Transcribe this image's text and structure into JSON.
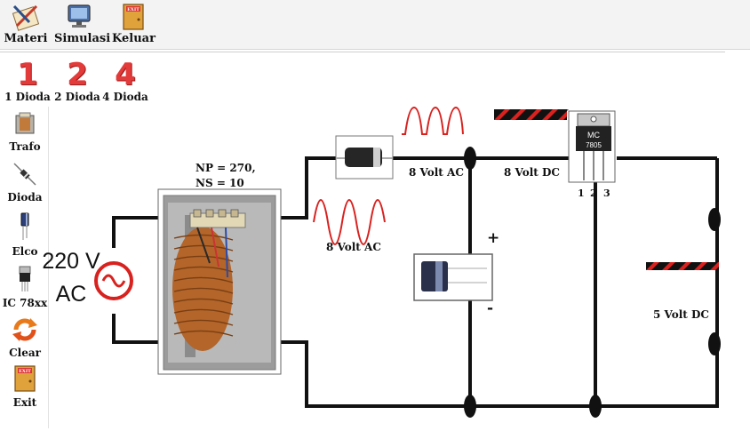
{
  "toolbar": {
    "materi": "Materi",
    "simulasi": "Simulasi",
    "keluar": "Keluar",
    "exit_sign": "EXIT"
  },
  "mode": {
    "one": {
      "number": "1",
      "label": "1 Dioda"
    },
    "two": {
      "number": "2",
      "label": "2 Dioda"
    },
    "four": {
      "number": "4",
      "label": "4 Dioda"
    }
  },
  "palette": {
    "trafo": "Trafo",
    "dioda": "Dioda",
    "elco": "Elco",
    "ic": "IC 78xx",
    "clear": "Clear",
    "exit": "Exit",
    "exit_sign": "EXIT"
  },
  "circuit": {
    "source_voltage": "220 V",
    "source_type": "AC",
    "trafo_np": "NP = 270,",
    "trafo_ns": "NS = 10",
    "secondary_label": "8 Volt AC",
    "diode_out_label": "8 Volt AC",
    "dc_label": "8 Volt DC",
    "output_label": "5 Volt DC",
    "plus": "+",
    "minus": "-",
    "ic_text_1": "MC",
    "ic_text_2": "7805",
    "pin1": "1",
    "pin2": "2",
    "pin3": "3"
  },
  "colors": {
    "wire": "#111111",
    "wave": "#d8221f",
    "hazard_red": "#d8221f",
    "number_red": "#e33a3a"
  }
}
